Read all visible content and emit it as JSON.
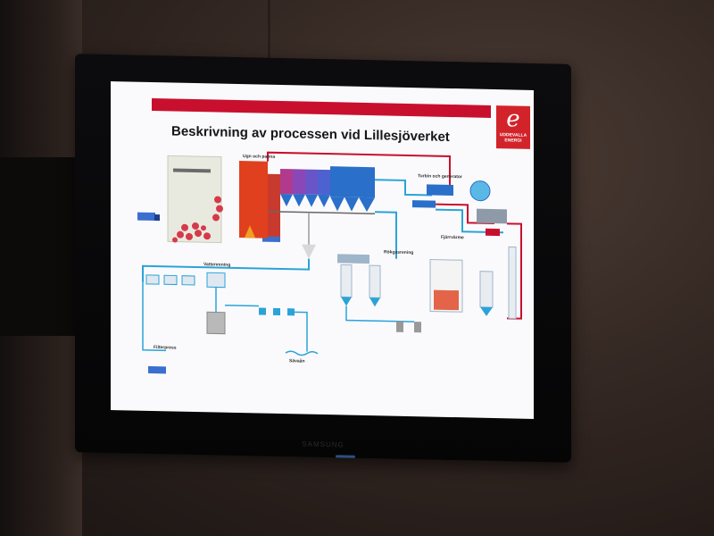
{
  "slide": {
    "title": "Beskrivning av processen vid Lillesjöverket",
    "logo_line1": "UDDEVALLA",
    "logo_line2": "ENERGI",
    "logo_letter": "e"
  },
  "diagram_labels": {
    "ugn": "Ugn och panna",
    "turbin": "Turbin och generator",
    "fjarrvarme": "Fjärrvärme",
    "rokgas": "Rökgasrening",
    "vatten": "Vattenrening",
    "savan": "Sävaån",
    "filter": "Filterpress"
  },
  "tv": {
    "brand": "SAMSUNG"
  },
  "colors": {
    "accent_red": "#c8102e",
    "hot_water": "#c8102e",
    "cold_water": "#2aa3d8",
    "furnace": "#e0401e",
    "boiler": "#2a6fc9"
  }
}
